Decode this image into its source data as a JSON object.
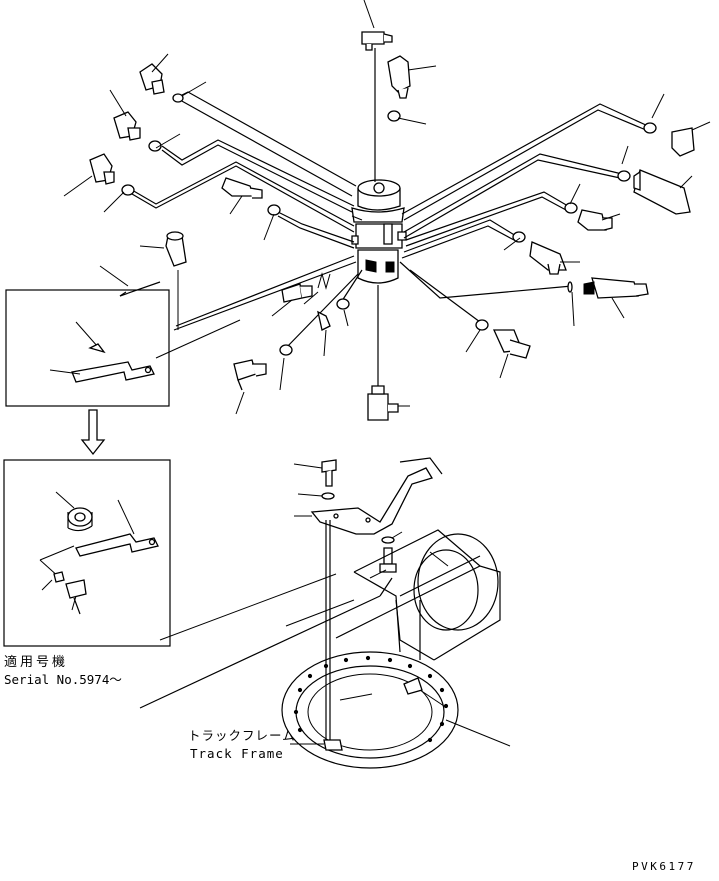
{
  "diagram": {
    "callout_jp": "適用号機",
    "callout_serial": "Serial No.5974～",
    "frame_label_jp": "トラックフレーム",
    "frame_label_en": "Track Frame",
    "drawing_code": "PVK6177",
    "arrow_icon": "down-arrow-icon"
  }
}
